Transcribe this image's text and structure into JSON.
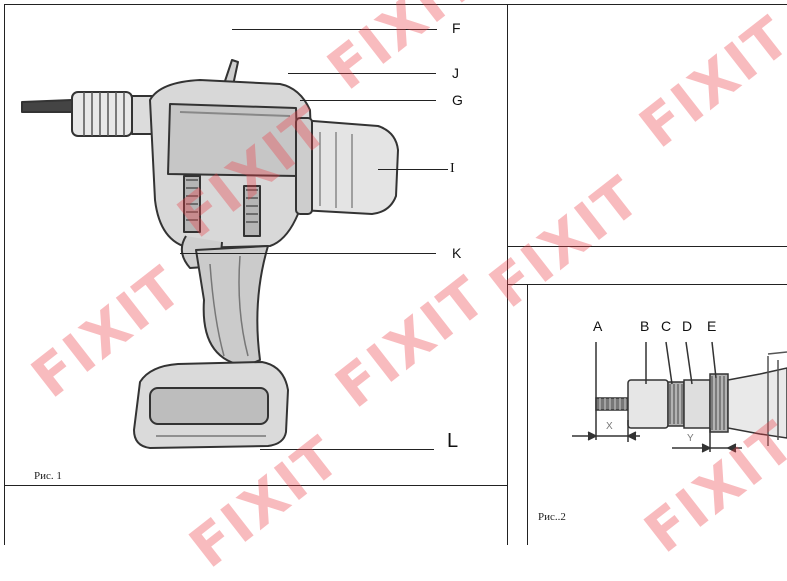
{
  "figure1": {
    "labels": {
      "F": "F",
      "J": "J",
      "G": "G",
      "I": "I",
      "K": "K",
      "L": "L"
    },
    "caption": "Рис. 1"
  },
  "figure2": {
    "labels": {
      "A": "A",
      "B": "B",
      "C": "C",
      "D": "D",
      "E": "E",
      "X": "X",
      "Y": "Y"
    },
    "caption": "Рис..2"
  },
  "watermark": {
    "text": "FIXIT",
    "color": "#eb3c46"
  }
}
